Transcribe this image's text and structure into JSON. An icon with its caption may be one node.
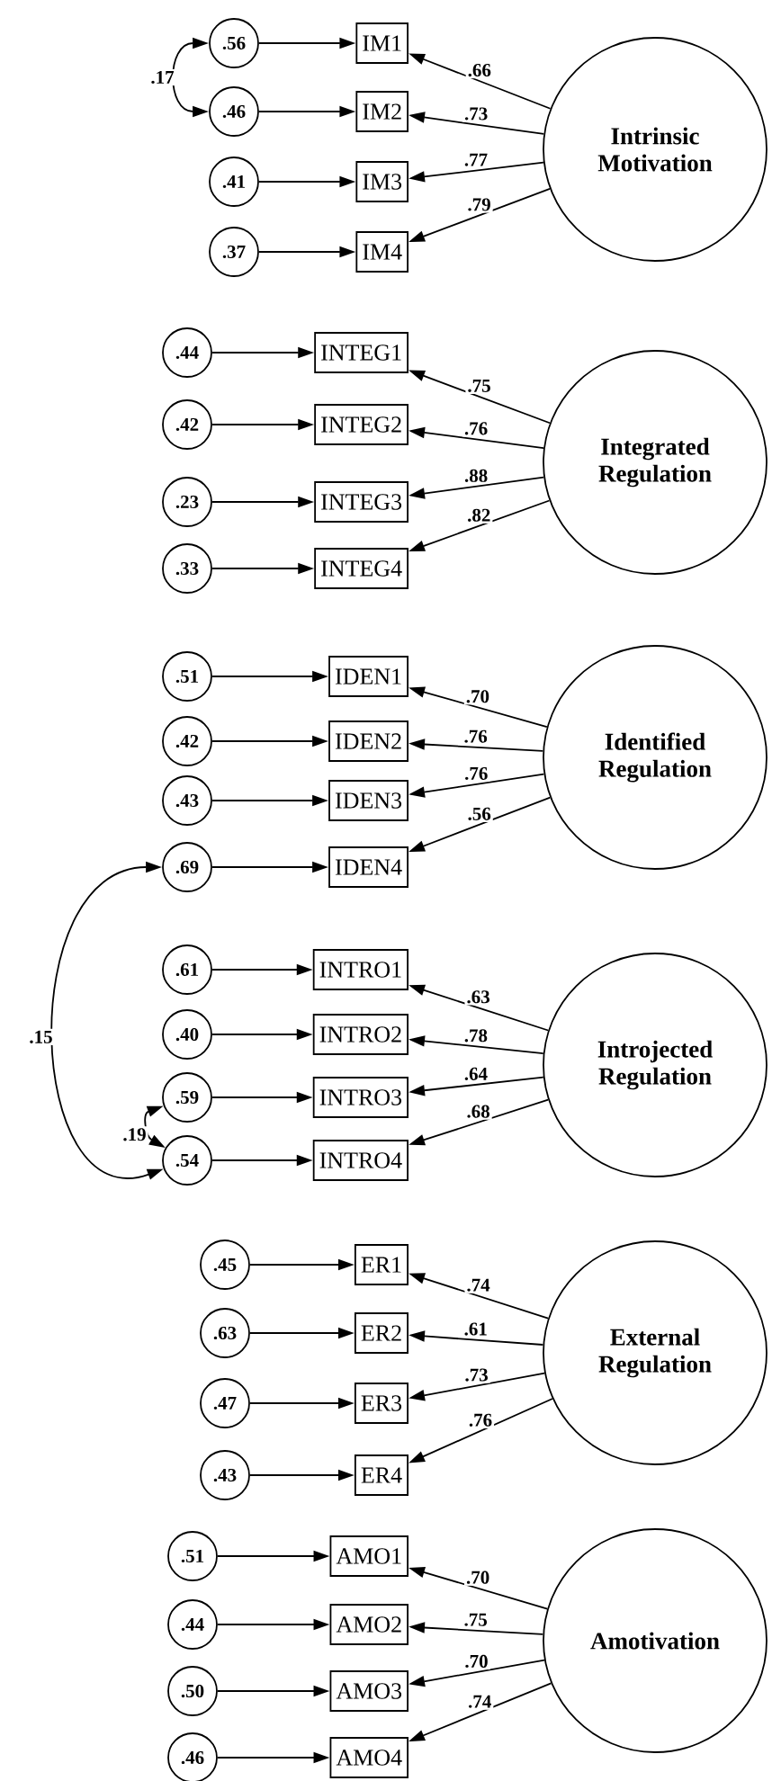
{
  "diagram": {
    "nodes": [
      {
        "text": [
          "Intrinsic Motivation"
        ]
      },
      {
        "text": [
          ".56"
        ]
      },
      {
        "text": [
          "IM1"
        ]
      },
      {
        "text": [
          ".46"
        ]
      },
      {
        "text": [
          "IM2"
        ]
      },
      {
        "text": [
          ".41"
        ]
      },
      {
        "text": [
          "IM3"
        ]
      },
      {
        "text": [
          ".37"
        ]
      },
      {
        "text": [
          "IM4"
        ]
      },
      {
        "text": [
          "Integrated Regulation"
        ]
      },
      {
        "text": [
          ".44"
        ]
      },
      {
        "text": [
          "INTEG1"
        ]
      },
      {
        "text": [
          ".42"
        ]
      },
      {
        "text": [
          "INTEG2"
        ]
      },
      {
        "text": [
          ".23"
        ]
      },
      {
        "text": [
          "INTEG3"
        ]
      },
      {
        "text": [
          ".33"
        ]
      },
      {
        "text": [
          "INTEG4"
        ]
      },
      {
        "text": [
          "Identified Regulation"
        ]
      },
      {
        "text": [
          ".51"
        ]
      },
      {
        "text": [
          "IDEN1"
        ]
      },
      {
        "text": [
          ".42"
        ]
      },
      {
        "text": [
          "IDEN2"
        ]
      },
      {
        "text": [
          ".43"
        ]
      },
      {
        "text": [
          "IDEN3"
        ]
      },
      {
        "text": [
          ".69"
        ]
      },
      {
        "text": [
          "IDEN4"
        ]
      },
      {
        "text": [
          "Introjected Regulation"
        ]
      },
      {
        "text": [
          ".61"
        ]
      },
      {
        "text": [
          "INTRO1"
        ]
      },
      {
        "text": [
          ".40"
        ]
      },
      {
        "text": [
          "INTRO2"
        ]
      },
      {
        "text": [
          ".59"
        ]
      },
      {
        "text": [
          "INTRO3"
        ]
      },
      {
        "text": [
          ".54"
        ]
      },
      {
        "text": [
          "INTRO4"
        ]
      },
      {
        "text": [
          "External Regulation"
        ]
      },
      {
        "text": [
          ".45"
        ]
      },
      {
        "text": [
          "ER1"
        ]
      },
      {
        "text": [
          ".63"
        ]
      },
      {
        "text": [
          "ER2"
        ]
      },
      {
        "text": [
          ".47"
        ]
      },
      {
        "text": [
          "ER3"
        ]
      },
      {
        "text": [
          ".43"
        ]
      },
      {
        "text": [
          "ER4"
        ]
      },
      {
        "text": [
          "Amotivation"
        ]
      },
      {
        "text": [
          ".51"
        ]
      },
      {
        "text": [
          "AMO1"
        ]
      },
      {
        "text": [
          ".44"
        ]
      },
      {
        "text": [
          "AMO2"
        ]
      },
      {
        "text": [
          ".50"
        ]
      },
      {
        "text": [
          "AMO3"
        ]
      },
      {
        "text": [
          ".46"
        ]
      },
      {
        "text": [
          "AMO4"
        ]
      }
    ],
    "edges": [
      {
        "from": 1,
        "to": 2,
        "arrow": "to"
      },
      {
        "from": 0,
        "to": 2,
        "arrow": "to",
        "label": ".66"
      },
      {
        "from": 3,
        "to": 4,
        "arrow": "to"
      },
      {
        "from": 0,
        "to": 4,
        "arrow": "to",
        "label": ".73"
      },
      {
        "from": 5,
        "to": 6,
        "arrow": "to"
      },
      {
        "from": 0,
        "to": 6,
        "arrow": "to",
        "label": ".77"
      },
      {
        "from": 7,
        "to": 8,
        "arrow": "to"
      },
      {
        "from": 0,
        "to": 8,
        "arrow": "to",
        "label": ".79"
      },
      {
        "from": 10,
        "to": 11,
        "arrow": "to"
      },
      {
        "from": 9,
        "to": 11,
        "arrow": "to",
        "label": ".75"
      },
      {
        "from": 12,
        "to": 13,
        "arrow": "to"
      },
      {
        "from": 9,
        "to": 13,
        "arrow": "to",
        "label": ".76"
      },
      {
        "from": 14,
        "to": 15,
        "arrow": "to"
      },
      {
        "from": 9,
        "to": 15,
        "arrow": "to",
        "label": ".88"
      },
      {
        "from": 16,
        "to": 17,
        "arrow": "to"
      },
      {
        "from": 9,
        "to": 17,
        "arrow": "to",
        "label": ".82"
      },
      {
        "from": 19,
        "to": 20,
        "arrow": "to"
      },
      {
        "from": 18,
        "to": 20,
        "arrow": "to",
        "label": ".70"
      },
      {
        "from": 21,
        "to": 22,
        "arrow": "to"
      },
      {
        "from": 18,
        "to": 22,
        "arrow": "to",
        "label": ".76"
      },
      {
        "from": 23,
        "to": 24,
        "arrow": "to"
      },
      {
        "from": 18,
        "to": 24,
        "arrow": "to",
        "label": ".76"
      },
      {
        "from": 25,
        "to": 26,
        "arrow": "to"
      },
      {
        "from": 18,
        "to": 26,
        "arrow": "to",
        "label": ".56"
      },
      {
        "from": 28,
        "to": 29,
        "arrow": "to"
      },
      {
        "from": 27,
        "to": 29,
        "arrow": "to",
        "label": ".63"
      },
      {
        "from": 30,
        "to": 31,
        "arrow": "to"
      },
      {
        "from": 27,
        "to": 31,
        "arrow": "to",
        "label": ".78"
      },
      {
        "from": 32,
        "to": 33,
        "arrow": "to"
      },
      {
        "from": 27,
        "to": 33,
        "arrow": "to",
        "label": ".64"
      },
      {
        "from": 34,
        "to": 35,
        "arrow": "to"
      },
      {
        "from": 27,
        "to": 35,
        "arrow": "to",
        "label": ".68"
      },
      {
        "from": 37,
        "to": 38,
        "arrow": "to"
      },
      {
        "from": 36,
        "to": 38,
        "arrow": "to",
        "label": ".74"
      },
      {
        "from": 39,
        "to": 40,
        "arrow": "to"
      },
      {
        "from": 36,
        "to": 40,
        "arrow": "to",
        "label": ".61"
      },
      {
        "from": 41,
        "to": 42,
        "arrow": "to"
      },
      {
        "from": 36,
        "to": 42,
        "arrow": "to",
        "label": ".73"
      },
      {
        "from": 43,
        "to": 44,
        "arrow": "to"
      },
      {
        "from": 36,
        "to": 44,
        "arrow": "to",
        "label": ".76"
      },
      {
        "from": 46,
        "to": 47,
        "arrow": "to"
      },
      {
        "from": 45,
        "to": 47,
        "arrow": "to",
        "label": ".70"
      },
      {
        "from": 48,
        "to": 49,
        "arrow": "to"
      },
      {
        "from": 45,
        "to": 49,
        "arrow": "to",
        "label": ".75"
      },
      {
        "from": 50,
        "to": 51,
        "arrow": "to"
      },
      {
        "from": 45,
        "to": 51,
        "arrow": "to",
        "label": ".70"
      },
      {
        "from": 52,
        "to": 53,
        "arrow": "to"
      },
      {
        "from": 45,
        "to": 53,
        "arrow": "to",
        "label": ".74"
      },
      {
        "from": 1,
        "to": 3,
        "arrow": "both",
        "label": ".17"
      },
      {
        "from": 25,
        "to": 34,
        "arrow": "both",
        "label": ".15"
      },
      {
        "from": 32,
        "to": 34,
        "arrow": "both",
        "label": ".19"
      }
    ]
  }
}
